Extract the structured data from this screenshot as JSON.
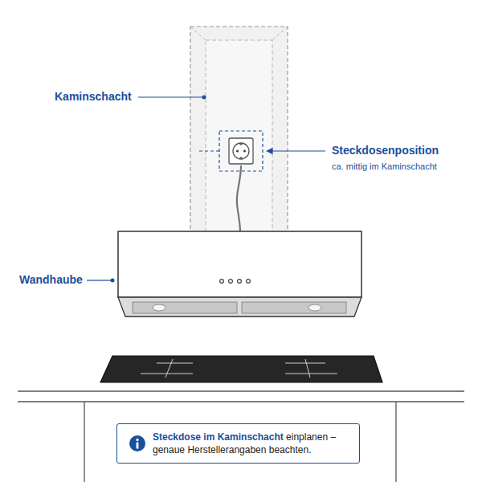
{
  "diagram": {
    "nodes": [
      {
        "text": [
          "Steckdose im Kaminschacht",
          "einplanen – genaue Herstellerangaben beachten."
        ]
      }
    ],
    "labels": [
      "Kaminschacht",
      "Steckdosenposition",
      "ca. mittig im Kaminschacht",
      "Wandhaube"
    ]
  }
}
